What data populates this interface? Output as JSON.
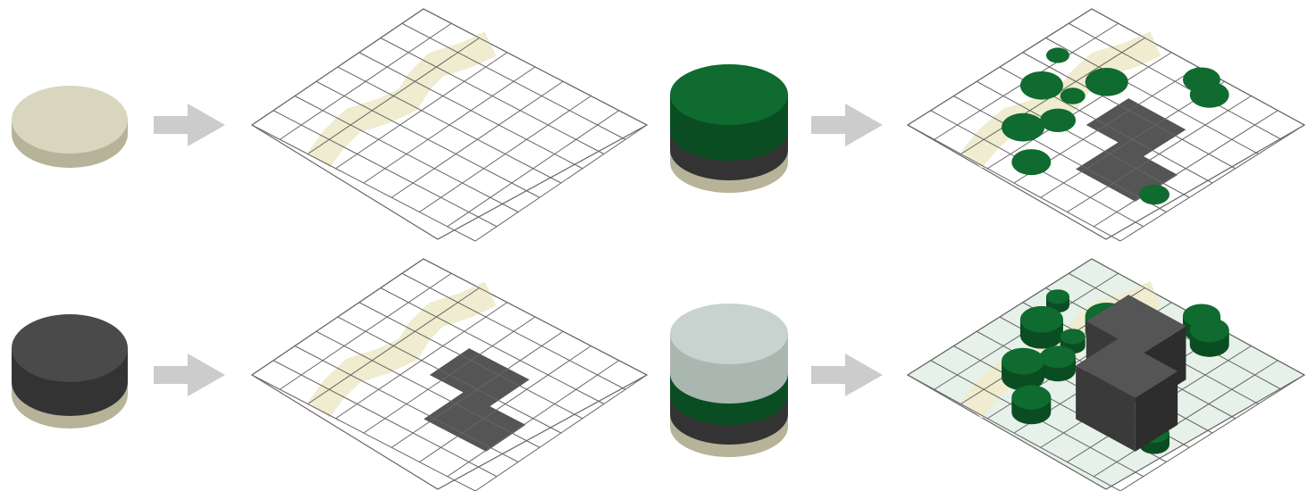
{
  "diagram": {
    "colors": {
      "background": "#ffffff",
      "water_top": "#d8d6bf",
      "water_side": "#b6b399",
      "water_path": "#efeccf",
      "built_top": "#4a4a4a",
      "built_side": "#333333",
      "built_footprint": "#555555",
      "green_top": "#0f6b2f",
      "green_side": "#0b4d22",
      "sky_top": "#c8d2ce",
      "sky_side": "#aab6b0",
      "grid_line": "#666666",
      "grid_fill_plain": "#ffffff",
      "grid_fill_final": "#e6f1ea",
      "arrow": "#cccccc",
      "box_top": "#555555",
      "box_left": "#3a3a3a",
      "box_right": "#2d2d2d"
    },
    "steps": [
      {
        "row": 1,
        "layers": [
          "water"
        ],
        "result": "water-path"
      },
      {
        "row": 1,
        "layers": [
          "water",
          "built",
          "green"
        ],
        "result": "water-path-built-footprint-green-dots"
      },
      {
        "row": 2,
        "layers": [
          "water",
          "built"
        ],
        "result": "water-path-built-footprint"
      },
      {
        "row": 2,
        "layers": [
          "water",
          "built",
          "green",
          "sky"
        ],
        "result": "water-path-buildings-trees-3d"
      }
    ],
    "icons": [
      "layer-stack-icon",
      "arrow-right-icon",
      "isometric-grid-icon",
      "tree-icon",
      "building-icon"
    ]
  }
}
